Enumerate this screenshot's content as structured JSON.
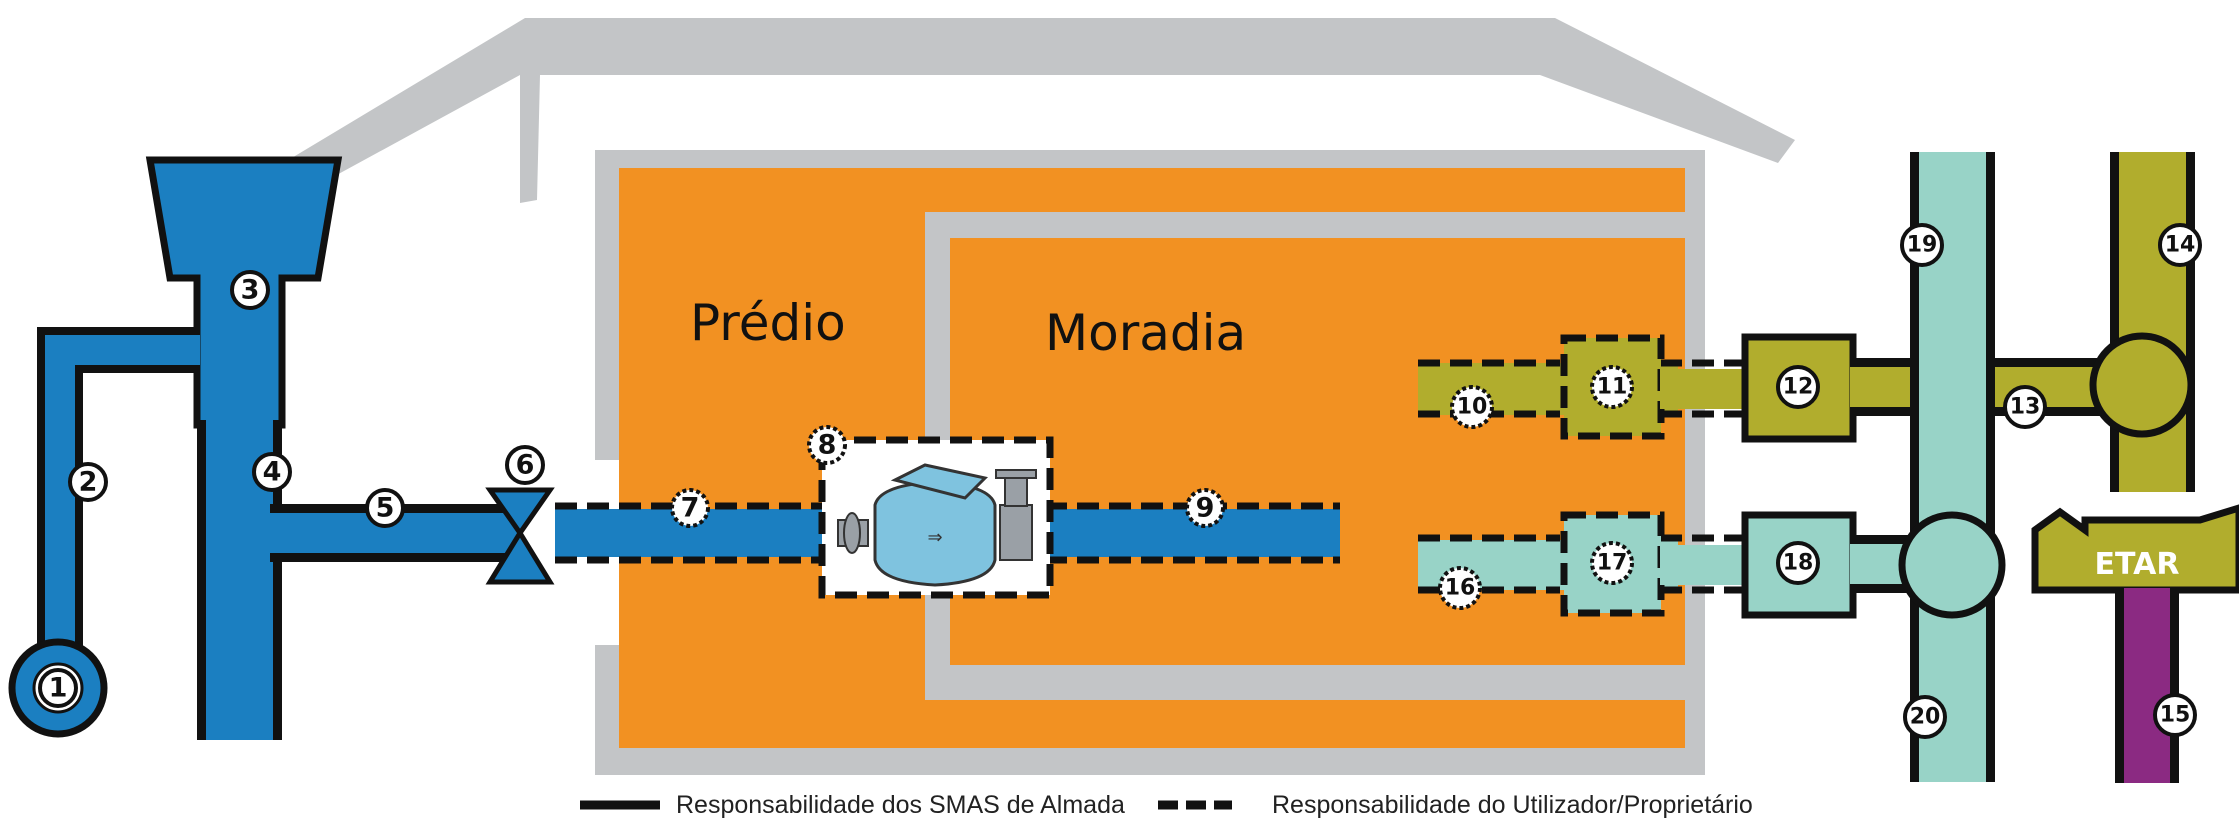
{
  "labels": {
    "building": "Prédio",
    "dwelling": "Moradia",
    "treatment_plant": "ETAR"
  },
  "points": [
    "1",
    "2",
    "3",
    "4",
    "5",
    "6",
    "7",
    "8",
    "9",
    "10",
    "11",
    "12",
    "13",
    "14",
    "15",
    "16",
    "17",
    "18",
    "19",
    "20"
  ],
  "legend": {
    "solid": "Responsabilidade dos SMAS de Almada",
    "dashed": "Responsabilidade do Utilizador/Proprietário"
  },
  "colors": {
    "water": "#1b7fc1",
    "sewage": "#b1ad2d",
    "rain": "#98d3c7",
    "treated": "#8b2a82",
    "house": "#f29122",
    "walls": "#c3c5c7",
    "meter": "#7fc3df"
  }
}
